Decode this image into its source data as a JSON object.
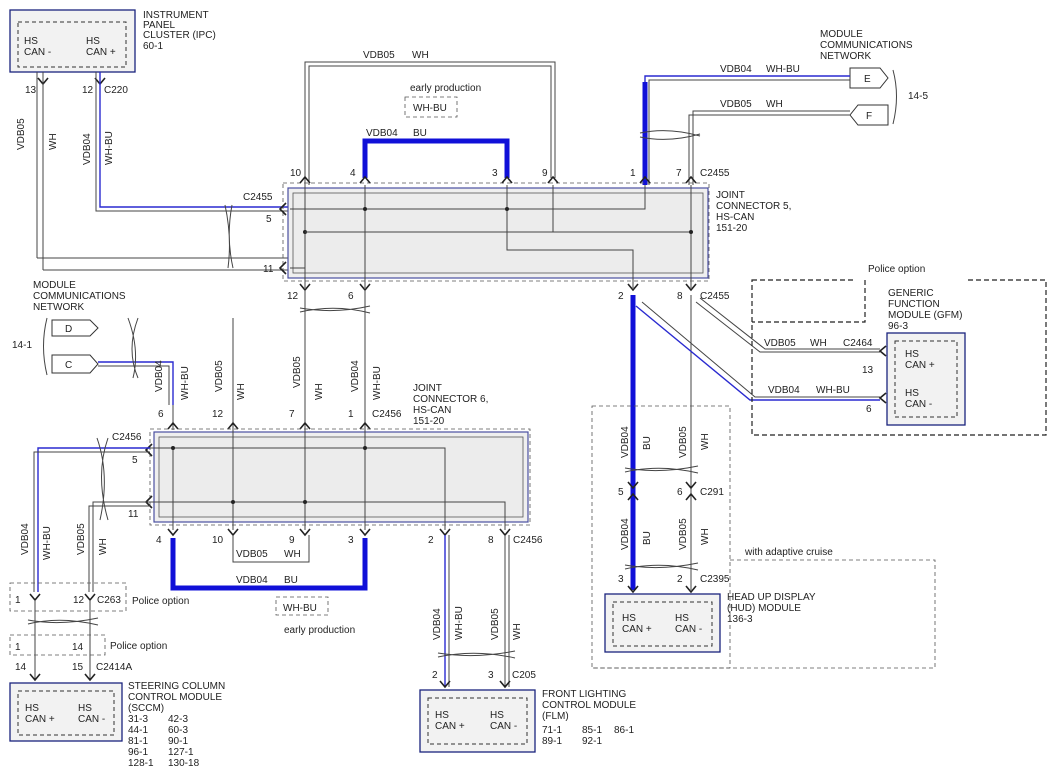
{
  "ipc": {
    "title_lines": [
      "INSTRUMENT",
      "PANEL",
      "CLUSTER (IPC)"
    ],
    "ref": "60-1",
    "pin_left_lines": [
      "HS",
      "CAN -"
    ],
    "pin_right_lines": [
      "HS",
      "CAN +"
    ],
    "pin13": "13",
    "pin12": "12",
    "conn": "C220"
  },
  "mcn_top": {
    "lines": [
      "MODULE",
      "COMMUNICATIONS",
      "NETWORK"
    ],
    "e": "E",
    "f": "F",
    "ref": "14-5"
  },
  "mcn_left": {
    "lines": [
      "MODULE",
      "COMMUNICATIONS",
      "NETWORK"
    ],
    "d": "D",
    "c": "C",
    "ref": "14-1"
  },
  "wires": {
    "vdb05": "VDB05",
    "wh": "WH",
    "vdb04": "VDB04",
    "wh_bu": "WH-BU",
    "bu": "BU"
  },
  "early": {
    "label": "early production",
    "box": "WH-BU"
  },
  "jc5": {
    "title_lines": [
      "JOINT",
      "CONNECTOR 5,",
      "HS-CAN"
    ],
    "ref": "151-20",
    "conn": "C2455",
    "p10": "10",
    "p4": "4",
    "p3": "3",
    "p9": "9",
    "p1": "1",
    "p7": "7",
    "p5": "5",
    "p11": "11",
    "p12": "12",
    "p6": "6",
    "p2": "2",
    "p8": "8"
  },
  "jc6": {
    "title_lines": [
      "JOINT",
      "CONNECTOR 6,",
      "HS-CAN"
    ],
    "ref": "151-20",
    "conn": "C2456",
    "p6": "6",
    "p12": "12",
    "p7": "7",
    "p1": "1",
    "p5": "5",
    "p11": "11",
    "p4": "4",
    "p10": "10",
    "p9": "9",
    "p3": "3",
    "p2": "2",
    "p8": "8"
  },
  "gfm": {
    "police": "Police option",
    "title_lines": [
      "GENERIC",
      "FUNCTION",
      "MODULE (GFM)"
    ],
    "ref": "96-3",
    "conn": "C2464",
    "p13": "13",
    "p6": "6",
    "pin_top_lines": [
      "HS",
      "CAN +"
    ],
    "pin_bot_lines": [
      "HS",
      "CAN -"
    ]
  },
  "hud": {
    "title_lines": [
      "HEAD UP DISPLAY",
      "(HUD) MODULE"
    ],
    "ref": "136-3",
    "adaptive": "with adaptive cruise",
    "c291": "C291",
    "c2395": "C2395",
    "p5": "5",
    "p6": "6",
    "p3": "3",
    "p2": "2",
    "pin_left_lines": [
      "HS",
      "CAN +"
    ],
    "pin_right_lines": [
      "HS",
      "CAN -"
    ]
  },
  "sccm": {
    "title_lines": [
      "STEERING COLUMN",
      "CONTROL MODULE",
      "(SCCM)"
    ],
    "refs": [
      [
        "31-3",
        "42-3"
      ],
      [
        "44-1",
        "60-3"
      ],
      [
        "81-1",
        "90-1"
      ],
      [
        "96-1",
        "127-1"
      ],
      [
        "128-1",
        "130-18"
      ]
    ],
    "c263": "C263",
    "c2414a": "C2414A",
    "police1": "Police option",
    "police2": "Police option",
    "p1": "1",
    "p12": "12",
    "p1b": "1",
    "p14": "14",
    "p14b": "14",
    "p15": "15",
    "pin_left_lines": [
      "HS",
      "CAN +"
    ],
    "pin_right_lines": [
      "HS",
      "CAN -"
    ]
  },
  "flm": {
    "title_lines": [
      "FRONT LIGHTING",
      "CONTROL MODULE",
      "(FLM)"
    ],
    "refs": [
      [
        "71-1",
        "85-1",
        "86-1"
      ],
      [
        "89-1",
        "92-1",
        ""
      ]
    ],
    "conn": "C205",
    "p2": "2",
    "p3": "3",
    "pin_left_lines": [
      "HS",
      "CAN +"
    ],
    "pin_right_lines": [
      "HS",
      "CAN -"
    ]
  }
}
